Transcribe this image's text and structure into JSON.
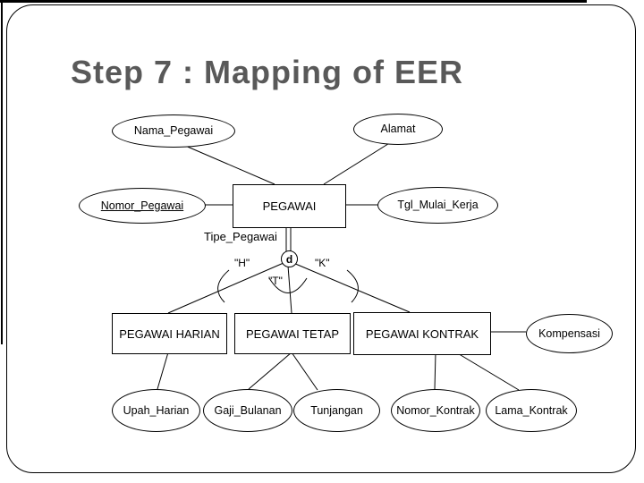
{
  "title": {
    "text": "Step 7 : Mapping of EER",
    "color": "#595959"
  },
  "diagram": {
    "superclass": {
      "entity": "PEGAWAI",
      "attributes": {
        "nama": "Nama_Pegawai",
        "alamat": "Alamat",
        "nomor": "Nomor_Pegawai",
        "tgl": "Tgl_Mulai_Kerja"
      },
      "specialization_attribute": "Tipe_Pegawai",
      "disjoint_symbol": "d",
      "branch_labels": {
        "h": "\"H\"",
        "t": "\"T\"",
        "k": "\"K\""
      }
    },
    "subclasses": {
      "harian": {
        "entity": "PEGAWAI HARIAN",
        "attributes": {
          "upah": "Upah_Harian"
        }
      },
      "tetap": {
        "entity": "PEGAWAI TETAP",
        "attributes": {
          "gaji": "Gaji_Bulanan",
          "tunjangan": "Tunjangan"
        }
      },
      "kontrak": {
        "entity": "PEGAWAI KONTRAK",
        "attributes": {
          "nomor": "Nomor_Kontrak",
          "lama": "Lama_Kontrak",
          "kompensasi": "Kompensasi"
        }
      }
    }
  }
}
